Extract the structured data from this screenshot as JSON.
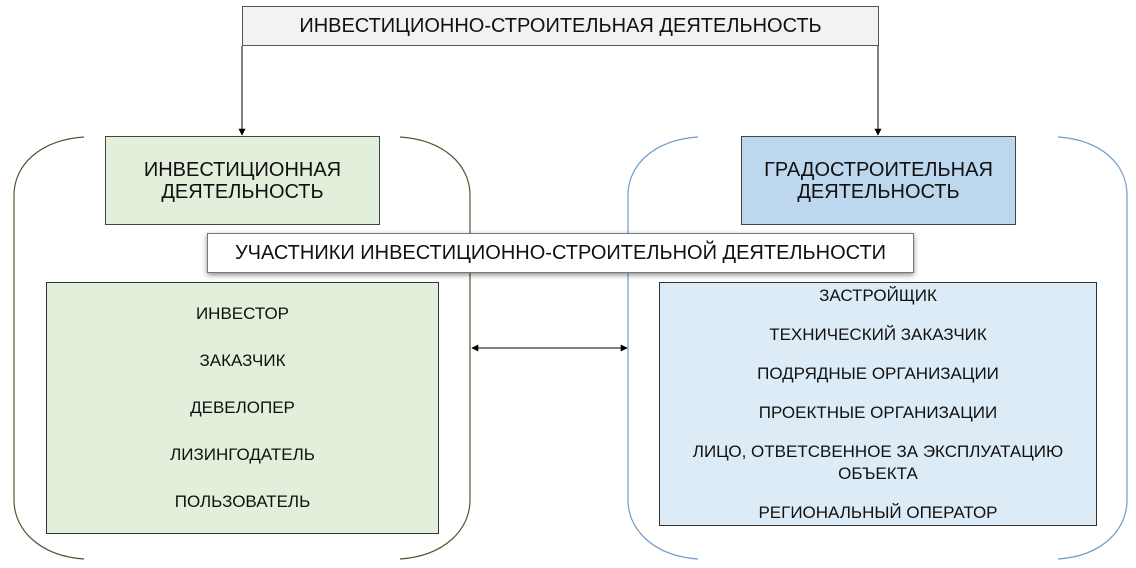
{
  "top": {
    "title": "ИНВЕСТИЦИОННО-СТРОИТЕЛЬНАЯ ДЕЯТЕЛЬНОСТЬ"
  },
  "left": {
    "heading": [
      "ИНВЕСТИЦИОННАЯ",
      "ДЕЯТЕЛЬНОСТЬ"
    ],
    "items": [
      "ИНВЕСТОР",
      "ЗАКАЗЧИК",
      "ДЕВЕЛОПЕР",
      "ЛИЗИНГОДАТЕЛЬ",
      "ПОЛЬЗОВАТЕЛЬ"
    ]
  },
  "right": {
    "heading": [
      "ГРАДОСТРОИТЕЛЬНАЯ",
      "ДЕЯТЕЛЬНОСТЬ"
    ],
    "items": [
      "ЗАСТРОЙЩИК",
      "ТЕХНИЧЕСКИЙ ЗАКАЗЧИК",
      "ПОДРЯДНЫЕ ОРГАНИЗАЦИИ",
      "ПРОЕКТНЫЕ ОРГАНИЗАЦИИ",
      "ЛИЦО, ОТВЕТСВЕННОЕ ЗА ЭКСПЛУАТАЦИЮ ОБЪЕКТА",
      "РЕГИОНАЛЬНЫЙ ОПЕРАТОР"
    ]
  },
  "middle": {
    "title": "УЧАСТНИКИ ИНВЕСТИЦИОННО-СТРОИТЕЛЬНОЙ ДЕЯТЕЛЬНОСТИ"
  },
  "colors": {
    "green_fill": "#e2efda",
    "blue_fill": "#bdd7ee",
    "light_blue_fill": "#ddebf7",
    "green_bracket": "#4a5e34",
    "blue_bracket": "#6f9ccc"
  }
}
